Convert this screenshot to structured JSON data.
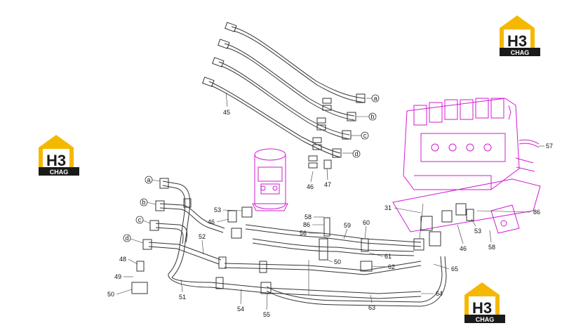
{
  "logos": [
    {
      "id": "top-right",
      "mark": "H3",
      "caption": "CHAG"
    },
    {
      "id": "left",
      "mark": "H3",
      "caption": "CHAG"
    },
    {
      "id": "bottom-right",
      "mark": "H3",
      "caption": "CHAG"
    }
  ],
  "colors": {
    "accent": "#f5b800",
    "dark": "#1a1a1a",
    "valve": "#d21bd2",
    "line": "#333333"
  },
  "callouts": [
    {
      "text": "a",
      "circled": true
    },
    {
      "text": "b",
      "circled": true
    },
    {
      "text": "c",
      "circled": true
    },
    {
      "text": "d",
      "circled": true
    },
    {
      "text": "a",
      "circled": true
    },
    {
      "text": "b",
      "circled": true
    },
    {
      "text": "c",
      "circled": true
    },
    {
      "text": "d",
      "circled": true
    }
  ],
  "labels": [
    "45",
    "46",
    "47",
    "57",
    "31",
    "86",
    "53",
    "46",
    "58",
    "86",
    "56",
    "59",
    "60",
    "61",
    "62",
    "50",
    "53",
    "46",
    "52",
    "48",
    "49",
    "50",
    "51",
    "54",
    "55",
    "63",
    "64",
    "65",
    "46",
    "58"
  ]
}
